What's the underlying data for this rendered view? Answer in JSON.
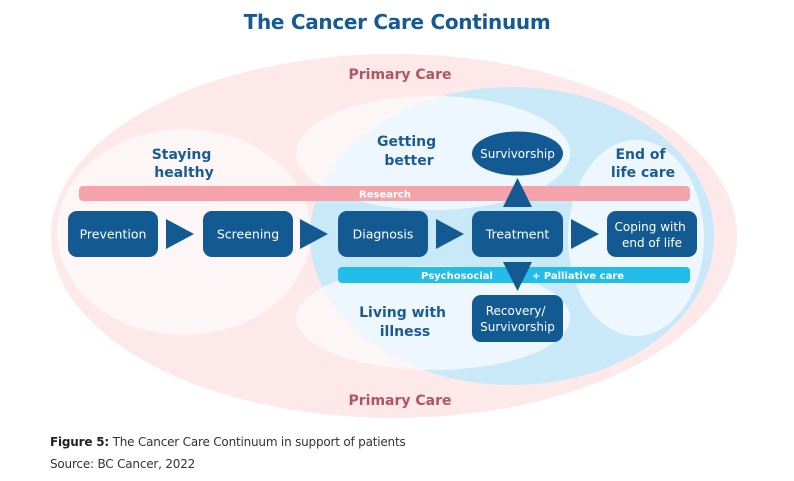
{
  "title": "The Cancer Care Continuum",
  "caption": {
    "label": "Figure 5:",
    "text": " The Cancer Care Continuum in support of patients"
  },
  "source": "Source: BC Cancer, 2022",
  "colors": {
    "primary_care_fill": "#fde8ea",
    "primary_care_text": "#b05562",
    "phase_fill": "#fdf6f7",
    "blue_region": "#c9e8f8",
    "blue_phase_fill": "#eef7fd",
    "box_fill": "#135a92",
    "research_bar": "#f5a3ab",
    "psychosocial_bar": "#22bde9",
    "label_text": "#1b5b94"
  },
  "regions": {
    "primary_care_top": "Primary Care",
    "primary_care_bottom": "Primary Care"
  },
  "phases": {
    "staying_healthy": [
      "Staying",
      "healthy"
    ],
    "getting_better": [
      "Getting",
      "better"
    ],
    "end_of_life": [
      "End of",
      "life care"
    ],
    "living_with_illness": [
      "Living with",
      "illness"
    ]
  },
  "bars": {
    "research": "Research",
    "psychosocial": "Psychosocial",
    "palliative": "+ Palliative care"
  },
  "steps": {
    "prevention": [
      "Prevention"
    ],
    "screening": [
      "Screening"
    ],
    "diagnosis": [
      "Diagnosis"
    ],
    "treatment": [
      "Treatment"
    ],
    "coping": [
      "Coping with",
      "end of life"
    ],
    "survivorship": [
      "Survivorship"
    ],
    "recovery": [
      "Recovery/",
      "Survivorship"
    ]
  }
}
